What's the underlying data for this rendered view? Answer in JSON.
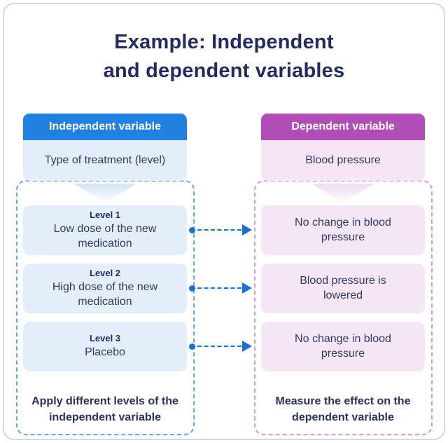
{
  "title": {
    "line1": "Example: Independent",
    "line2": "and dependent variables"
  },
  "columns": {
    "independent": {
      "header": "Independent variable",
      "subheader": "Type of treatment (level)",
      "levels": [
        {
          "label": "Level 1",
          "text": "Low dose of the new medication"
        },
        {
          "label": "Level 2",
          "text": "High dose of the new medication"
        },
        {
          "label": "Level 3",
          "text": "Placebo"
        }
      ],
      "caption": "Apply different levels of the independent variable"
    },
    "dependent": {
      "header": "Dependent variable",
      "subheader": "Blood pressure",
      "outcomes": [
        {
          "text": "No change in blood pressure"
        },
        {
          "text": "Blood pressure is lowered"
        },
        {
          "text": "No change in blood pressure"
        }
      ],
      "caption": "Measure the effect on the dependent variable"
    }
  },
  "colors": {
    "independent_accent": "#2181e0",
    "independent_light": "#e4eefa",
    "independent_dashed_border": "#6aa5e3",
    "dependent_accent": "#b04db6",
    "dependent_light": "#f5e6f5",
    "dependent_dashed_border": "#d49ad2",
    "arrow": "#1a70d6",
    "title_text": "#232b5f",
    "body_text": "#2f3a67",
    "frame_border": "#aab0d4"
  }
}
